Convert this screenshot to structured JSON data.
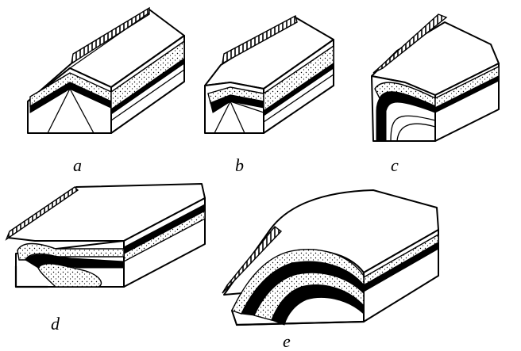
{
  "figure": {
    "panels": [
      {
        "id": "a",
        "label": "a"
      },
      {
        "id": "b",
        "label": "b"
      },
      {
        "id": "c",
        "label": "c"
      },
      {
        "id": "d",
        "label": "d"
      },
      {
        "id": "e",
        "label": "e"
      }
    ]
  }
}
